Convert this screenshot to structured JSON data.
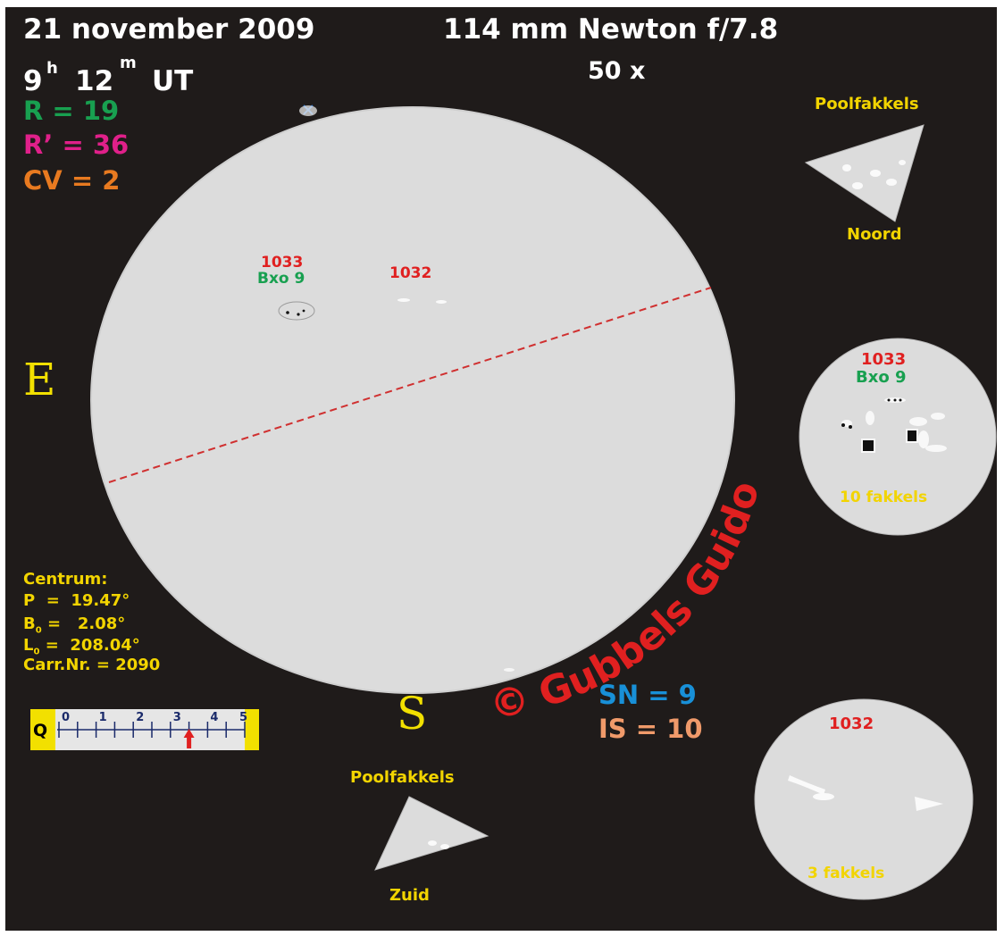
{
  "header": {
    "date": "21 november 2009",
    "time_hour": "9",
    "time_hour_sup": "h",
    "time_minute": "12",
    "time_minute_sup": "m",
    "time_ut": "UT",
    "instrument": "114 mm Newton f/7.8",
    "magnification": "50 x"
  },
  "indices": {
    "r": "R = 19",
    "r_prime": "R’ = 36",
    "cv": "CV = 2",
    "sn": "SN = 9",
    "is": "IS = 10"
  },
  "sun": {
    "groups": [
      {
        "number": "1033",
        "class": "Bxo 9"
      },
      {
        "number": "1032"
      }
    ],
    "east": "E",
    "south": "S"
  },
  "centre": {
    "heading": "Centrum:",
    "p": "P  =  19.47°",
    "b0_label": "B",
    "b0_sub": "0",
    "b0_value": " =   2.08°",
    "l0_label": "L",
    "l0_sub": "0",
    "l0_value": " =  208.04°",
    "carrington": "Carr.Nr. = 2090"
  },
  "quality": {
    "label": "Q",
    "ticks": [
      "0",
      "1",
      "2",
      "3",
      "4",
      "5"
    ],
    "value": 3.5
  },
  "polar_north": {
    "title": "Poolfakkels",
    "label": "Noord"
  },
  "polar_south": {
    "title": "Poolfakkels",
    "label": "Zuid"
  },
  "detail_1033": {
    "number": "1033",
    "class": "Bxo 9",
    "faculae": "10 fakkels"
  },
  "detail_1032": {
    "number": "1032",
    "faculae": "3 fakkels"
  },
  "copyright": "© Gubbels Guido",
  "colors": {
    "white": "#ffffff",
    "yellow": "#f2d400",
    "green": "#18a050",
    "magenta": "#e0208a",
    "orange": "#e87a20",
    "red": "#e02020",
    "blue": "#1890d8",
    "salmon": "#f09a6a"
  }
}
